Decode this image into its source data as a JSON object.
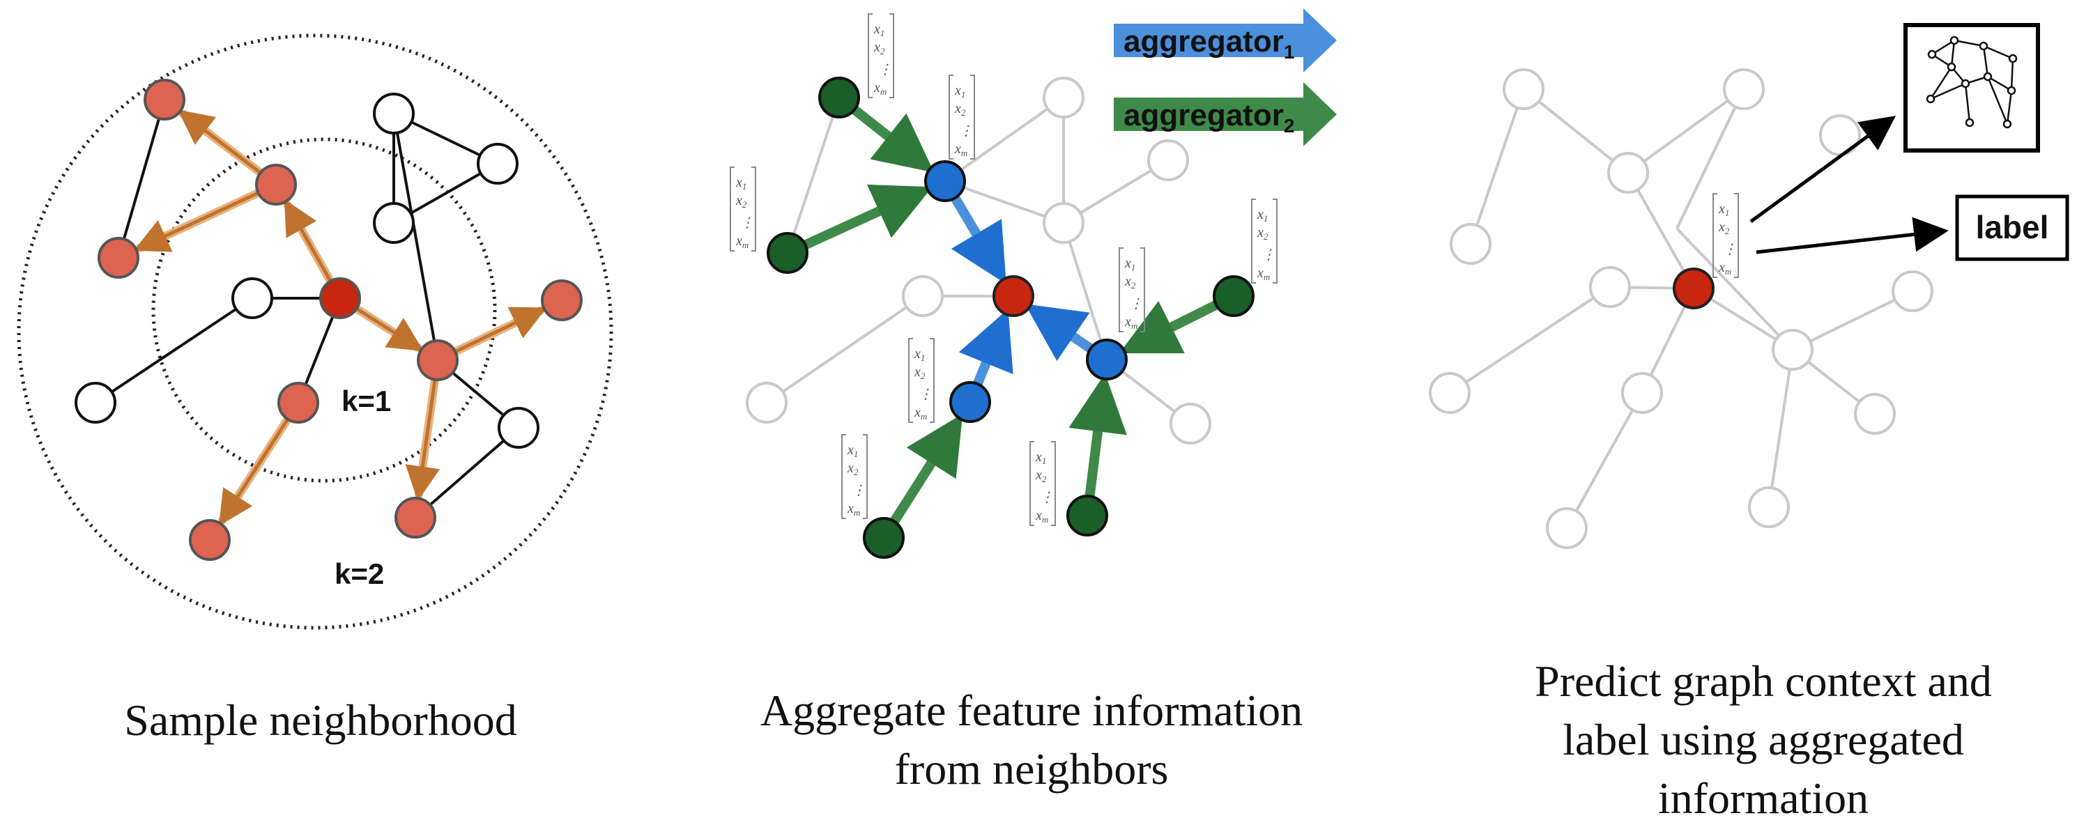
{
  "panel1": {
    "caption": "Sample neighborhood",
    "k1_label": "k=1",
    "k2_label": "k=2"
  },
  "panel2": {
    "caption_lines": [
      "Aggregate feature information",
      "from neighbors"
    ],
    "aggregator1": {
      "text": "aggregator",
      "sub": "1"
    },
    "aggregator2": {
      "text": "aggregator",
      "sub": "2"
    }
  },
  "panel3": {
    "caption_lines": [
      "Predict graph context and",
      "label using aggregated",
      "information"
    ],
    "label_box": "label"
  },
  "feature_vector": {
    "x1": "x",
    "s1": "1",
    "x2": "x",
    "s2": "2",
    "dots": "⋮",
    "xm": "x",
    "sm": "m"
  },
  "colors": {
    "target": "#c8260e",
    "sampled": "#dd6450",
    "sample_arrow": "#c0722f",
    "hop1": "#1f6fd1",
    "hop1_arrow": "#4a90dc",
    "hop2": "#1a5e28",
    "hop2_arrow": "#3f8a49",
    "faded_edge": "#c9c9c9"
  }
}
